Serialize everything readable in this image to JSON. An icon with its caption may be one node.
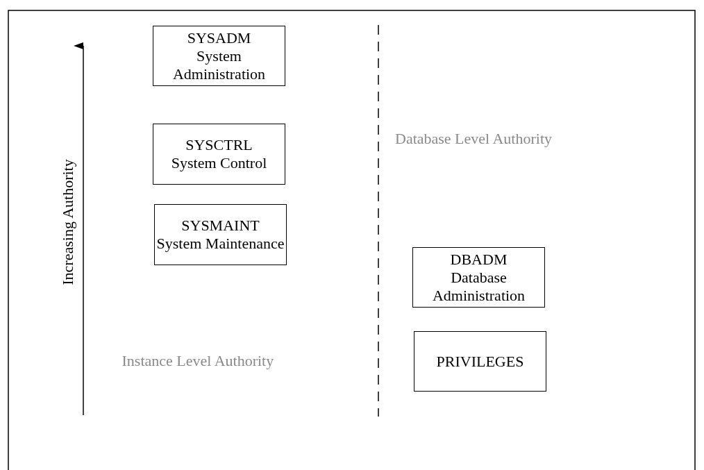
{
  "diagram": {
    "nodes": [
      {
        "text": [
          "SYSADM",
          "System Administration"
        ]
      },
      {
        "text": [
          "SYSCTRL",
          "System Control"
        ]
      },
      {
        "text": [
          "SYSMAINT",
          "System Maintenance"
        ]
      },
      {
        "text": [
          "DBADM",
          "Database Administration"
        ]
      },
      {
        "text": [
          "PRIVILEGES"
        ]
      }
    ],
    "labels": [
      "Increasing Authority",
      "Database Level Authority",
      "Instance Level Authority"
    ]
  }
}
